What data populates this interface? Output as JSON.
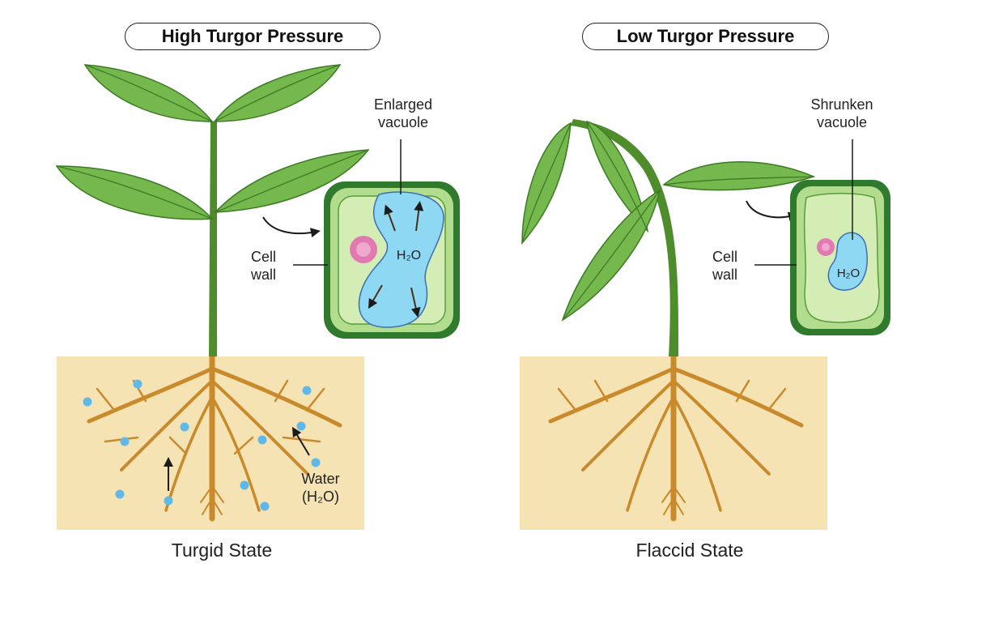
{
  "left": {
    "title": "High Turgor Pressure",
    "vacuole_label_1": "Enlarged",
    "vacuole_label_2": "vacuole",
    "wall_label_1": "Cell",
    "wall_label_2": "wall",
    "water_label_1": "Water",
    "water_label_2": "(H₂O)",
    "h2o": "H₂O",
    "state": "Turgid State"
  },
  "right": {
    "title": "Low Turgor Pressure",
    "vacuole_label_1": "Shrunken",
    "vacuole_label_2": "vacuole",
    "wall_label_1": "Cell",
    "wall_label_2": "wall",
    "h2o": "H₂O",
    "state": "Flaccid State"
  },
  "colors": {
    "soil": "#f6e3b4",
    "leaf": "#74b84e",
    "stem": "#4f8d2c",
    "root": "#c98a2b",
    "cell_wall": "#2f7a2c",
    "cytoplasm": "#d4edb4",
    "vacuole": "#8fd8f3",
    "nucleus": "#e27ab2",
    "water_drop": "#5fb9e8"
  }
}
